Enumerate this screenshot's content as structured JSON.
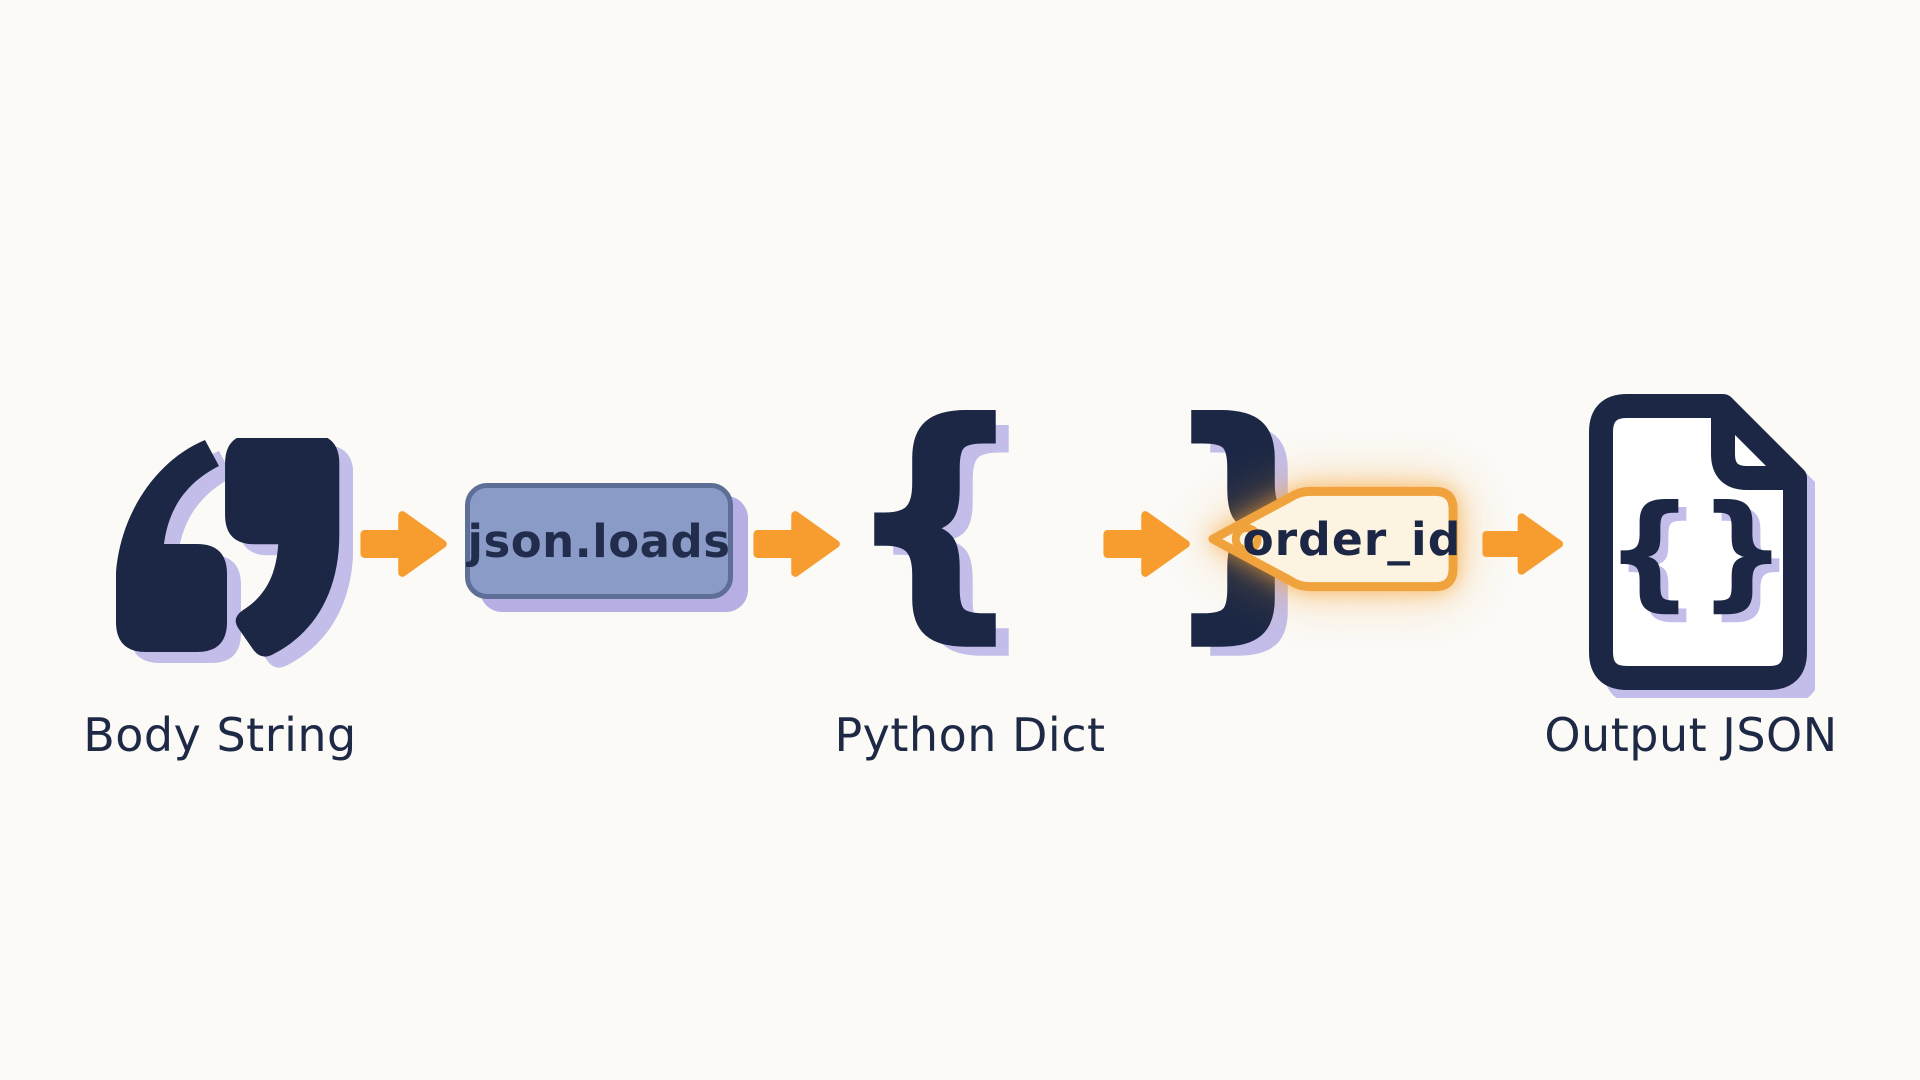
{
  "colors": {
    "background": "#fbfaf7",
    "navy": "#1b2745",
    "lavender_shadow": "#c2bde9",
    "arrow_orange": "#f79d2f",
    "box_fill": "#8a9bc7",
    "box_border": "#5d6e97",
    "box_shadow": "#b7aee3",
    "tag_fill": "#fdf3e1",
    "tag_border": "#f0a33c",
    "label_text": "#1e2946"
  },
  "flow": {
    "nodes": {
      "body_string": {
        "label": "Body String",
        "icon": "quotation-marks-icon"
      },
      "json_loads": {
        "label": "json.loads"
      },
      "python_dict": {
        "label": "Python Dict",
        "glyph": "{ }"
      },
      "order_id": {
        "label": "order_id",
        "icon": "price-tag-icon"
      },
      "output_json": {
        "label": "Output JSON",
        "icon": "json-file-icon",
        "file_glyph": "{}"
      }
    },
    "connector": "right-arrow"
  }
}
